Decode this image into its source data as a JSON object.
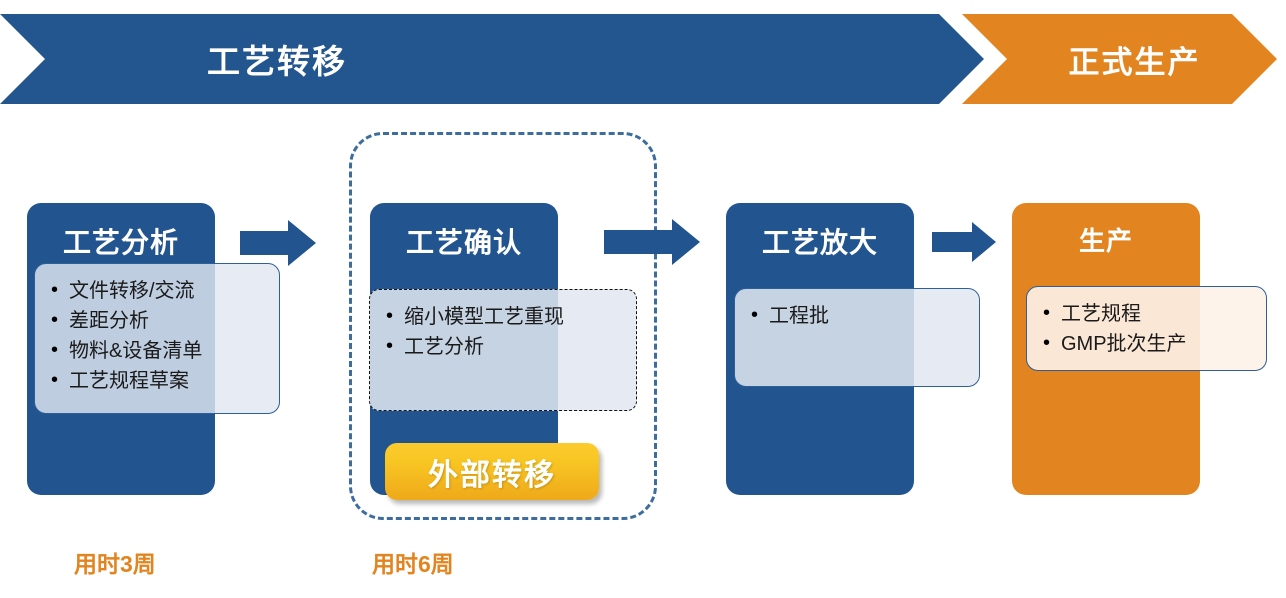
{
  "banner": {
    "transfer_label": "工艺转移",
    "production_label": "正式生产",
    "blue": "#22558F",
    "orange": "#E2841F"
  },
  "stages": [
    {
      "id": "process-analysis",
      "title": "工艺分析",
      "color": "blue",
      "items": [
        "文件转移/交流",
        "差距分析",
        "物料&设备清单",
        "工艺规程草案"
      ]
    },
    {
      "id": "process-confirmation",
      "title": "工艺确认",
      "color": "blue",
      "items": [
        "缩小模型工艺重现",
        "工艺分析"
      ]
    },
    {
      "id": "process-scale-up",
      "title": "工艺放大",
      "color": "blue",
      "items": [
        "工程批"
      ]
    },
    {
      "id": "production",
      "title": "生产",
      "color": "orange",
      "items": [
        "工艺规程",
        "GMP批次生产"
      ]
    }
  ],
  "badge": {
    "external_transfer_label": "外部转移",
    "fill_top": "#FCCB2E",
    "fill_bottom": "#EFA91A"
  },
  "durations": [
    {
      "label": "用时3周"
    },
    {
      "label": "用时6周"
    }
  ],
  "group": {
    "dashed_border_color": "#3D6D9E"
  }
}
